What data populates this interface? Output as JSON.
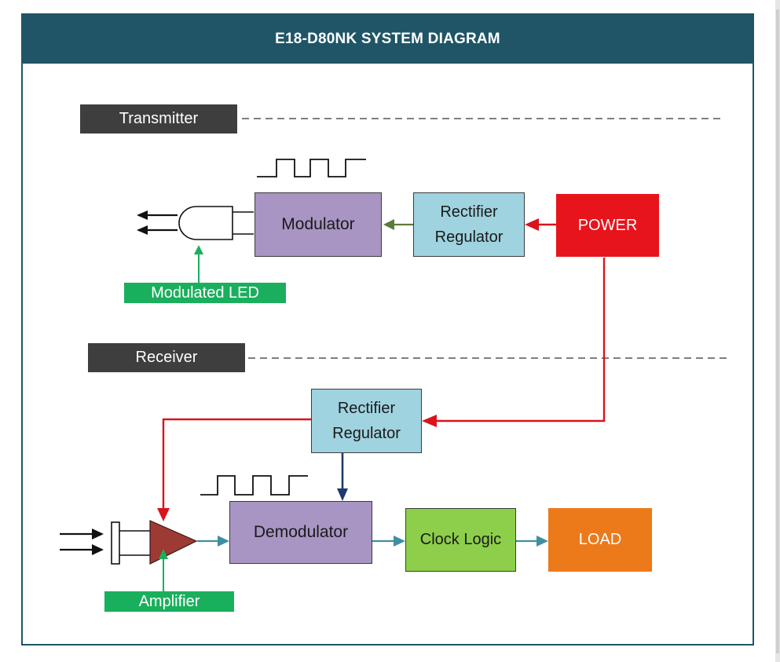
{
  "title": "E18-D80NK SYSTEM DIAGRAM",
  "sections": {
    "transmitter": "Transmitter",
    "receiver": "Receiver"
  },
  "blocks": {
    "modulator": "Modulator",
    "tx_rectifier_line1": "Rectifier",
    "tx_rectifier_line2": "Regulator",
    "power": "POWER",
    "rx_rectifier_line1": "Rectifier",
    "rx_rectifier_line2": "Regulator",
    "demodulator": "Demodulator",
    "clock_logic": "Clock Logic",
    "load": "LOAD"
  },
  "tags": {
    "modulated_led": "Modulated LED",
    "amplifier": "Amplifier"
  },
  "colors": {
    "header": "#1f5567",
    "section_label": "#3e3e3e",
    "modulator": "#a895c3",
    "rectifier": "#9fd3e0",
    "power": "#e8141c",
    "clock_logic": "#8dce4b",
    "load": "#ec7a1b",
    "tag": "#1aaf5d",
    "power_line": "#d9141c",
    "signal_arrow": "#3f8ea3",
    "regulator_to_demod": "#1f3a6e",
    "rectifier_to_modulator": "#5c7a3a",
    "amplifier_triangle": "#9c3a33"
  }
}
